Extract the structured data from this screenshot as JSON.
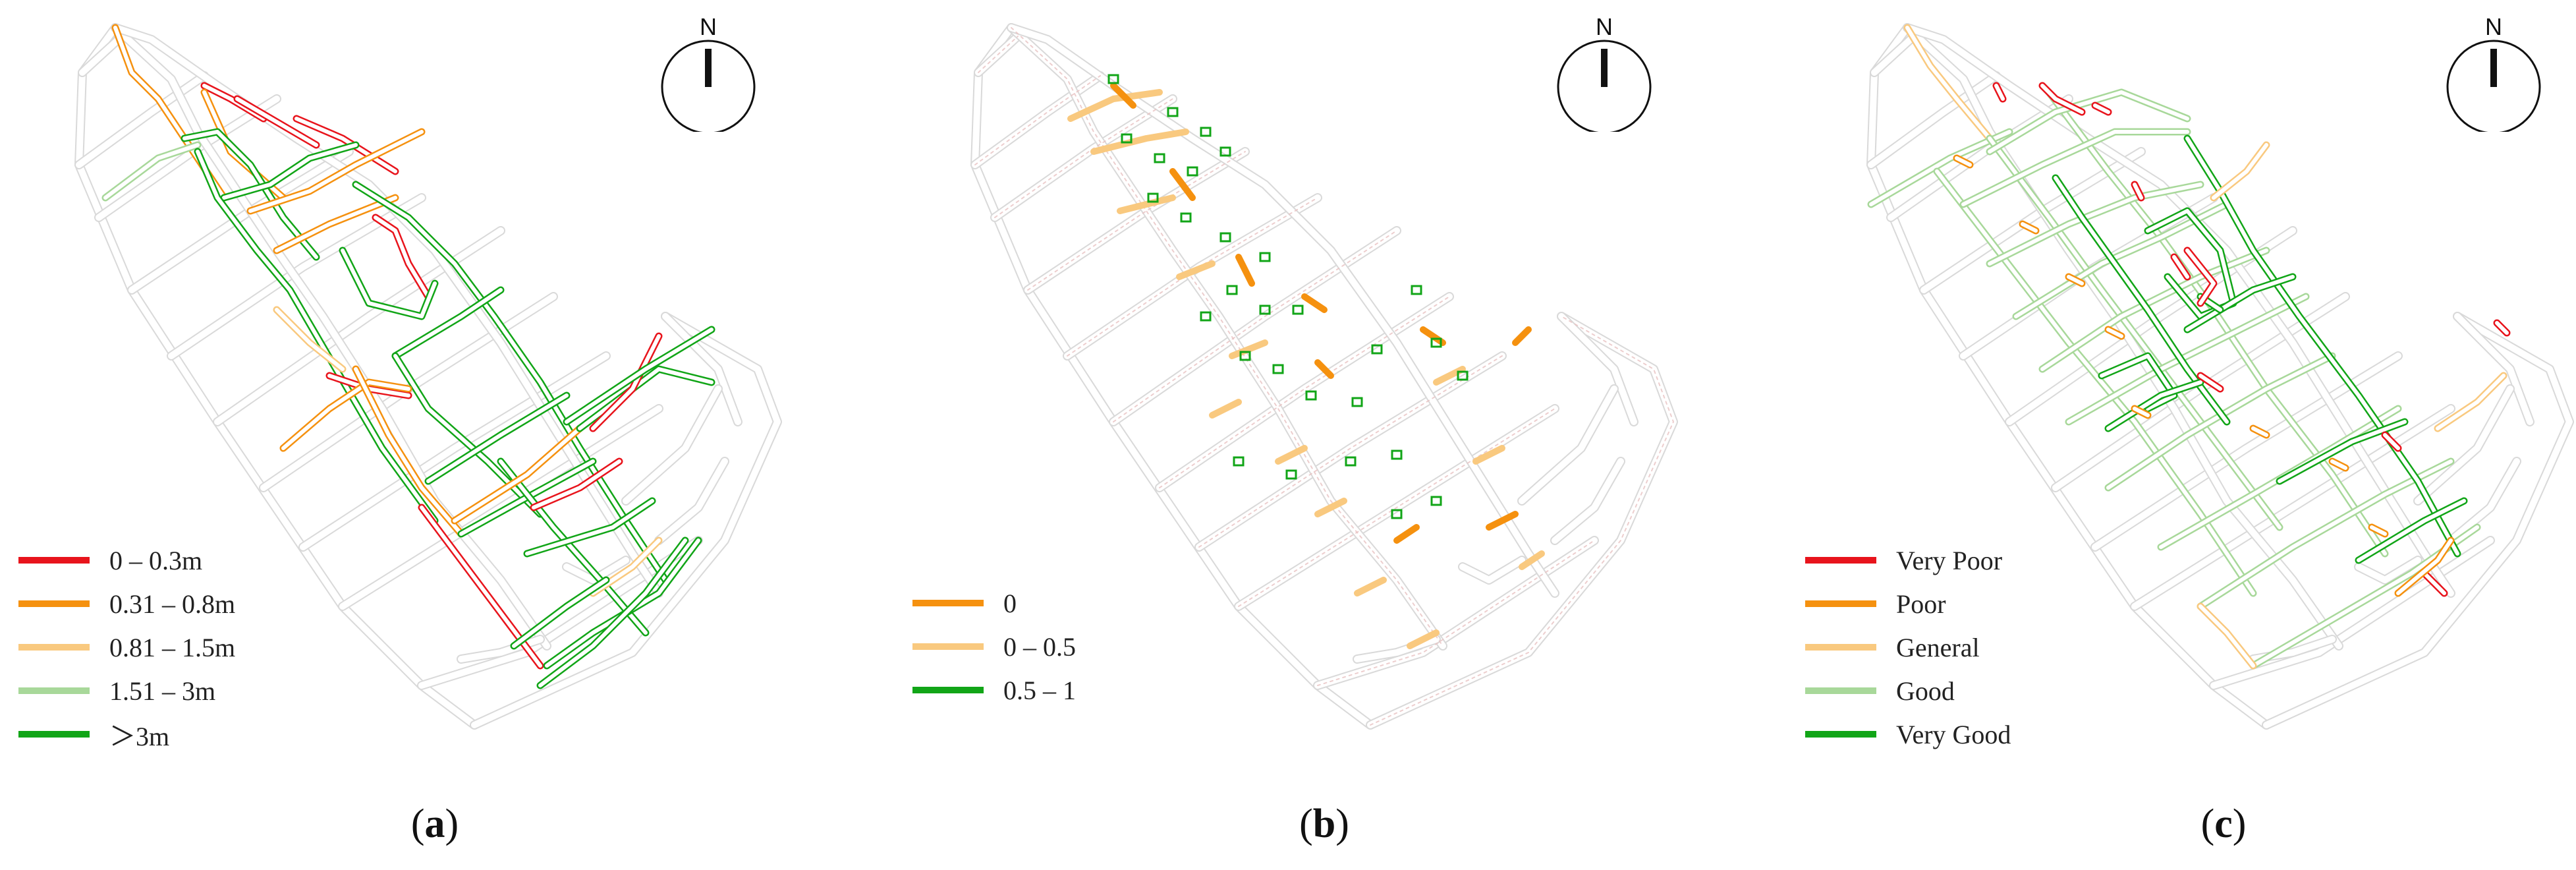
{
  "north_label": "N",
  "colors": {
    "base_road": "#d9d9d9",
    "red": "#e8141c",
    "orange": "#f5910f",
    "light_orange": "#f9c97f",
    "light_green": "#a8d89a",
    "green": "#11a517"
  },
  "panels": [
    {
      "caption_open": "(",
      "caption_letter": "a",
      "caption_close": ")",
      "legend": [
        {
          "label": "0 – 0.3m",
          "color": "#e8141c"
        },
        {
          "label": "0.31 – 0.8m",
          "color": "#f5910f"
        },
        {
          "label": "0.81 – 1.5m",
          "color": "#f9c97f"
        },
        {
          "label": "1.51 – 3m",
          "color": "#a8d89a"
        },
        {
          "label": "＞3m",
          "color": "#11a517"
        }
      ]
    },
    {
      "caption_open": "(",
      "caption_letter": "b",
      "caption_close": ")",
      "legend": [
        {
          "label": "0",
          "color": "#f5910f"
        },
        {
          "label": "0 – 0.5",
          "color": "#f9c97f"
        },
        {
          "label": "0.5 – 1",
          "color": "#11a517"
        }
      ]
    },
    {
      "caption_open": "(",
      "caption_letter": "c",
      "caption_close": ")",
      "legend": [
        {
          "label": "Very Poor",
          "color": "#e8141c"
        },
        {
          "label": "Poor",
          "color": "#f5910f"
        },
        {
          "label": "General",
          "color": "#f9c97f"
        },
        {
          "label": "Good",
          "color": "#a8d89a"
        },
        {
          "label": "Very Good",
          "color": "#11a517"
        }
      ]
    }
  ]
}
